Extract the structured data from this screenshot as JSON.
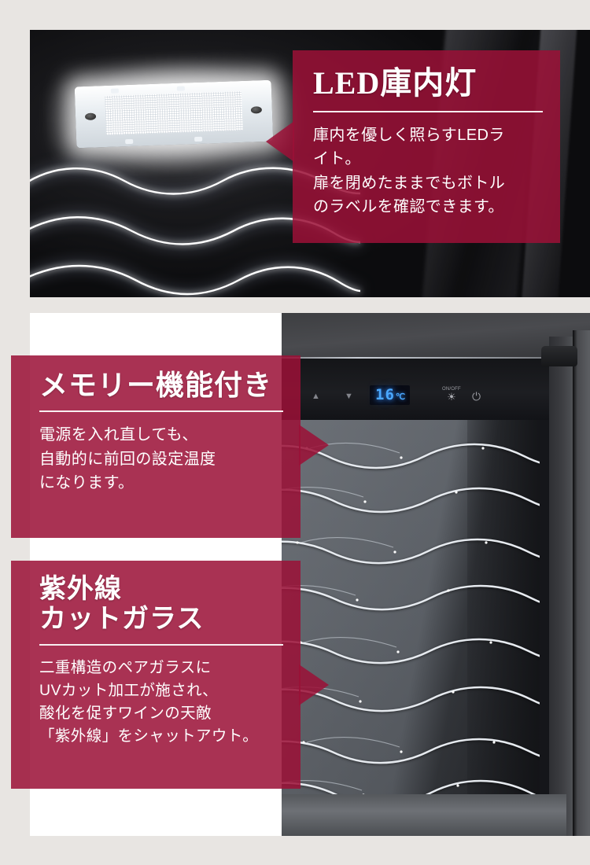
{
  "theme": {
    "accent_crimson": "#9b1037",
    "page_background": "#e8e5e2",
    "panel_text": "#ffffff",
    "led_display_color": "#4aa8ff"
  },
  "features": [
    {
      "id": "led-interior-light",
      "title": "LED庫内灯",
      "body": "庫内を優しく照らすLEDラ\nイト。\n扉を閉めたままでもボトル\nのラベルを確認できます。"
    },
    {
      "id": "memory-function",
      "title": "メモリー機能付き",
      "body": "電源を入れ直しても、\n自動的に前回の設定温度\nになります。"
    },
    {
      "id": "uv-cut-glass",
      "title_line1": "紫外線",
      "title_line2": "カットガラス",
      "body": "二重構造のペアガラスに\nUVカット加工が施され、\n酸化を促すワインの天敵\n「紫外線」をシャットアウト。"
    }
  ],
  "control_panel": {
    "temperature_value": "16",
    "temperature_unit": "℃",
    "up_icon": "▲",
    "down_icon": "▼",
    "light_label": "ON/OFF",
    "light_icon": "☀",
    "power_icon": "⏻"
  }
}
